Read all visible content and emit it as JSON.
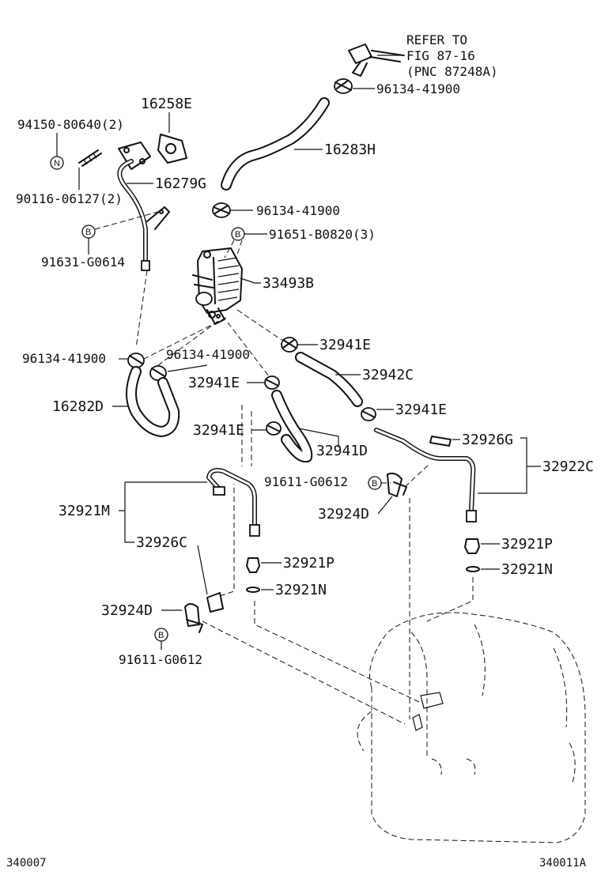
{
  "labels": {
    "refer_line1": "REFER TO",
    "refer_line2": "FIG 87-16",
    "refer_line3": "(PNC 87248A)",
    "p_96134_top": "96134-41900",
    "p_16283H": "16283H",
    "p_16258E": "16258E",
    "p_94150": "94150-80640(2)",
    "p_16279G": "16279G",
    "p_90116": "90116-06127(2)",
    "p_96134_mid": "96134-41900",
    "p_91651": "91651-B0820(3)",
    "p_91631": "91631-G0614",
    "p_33493B": "33493B",
    "p_32941E_a": "32941E",
    "p_96134_left": "96134-41900",
    "p_96134_center": "96134-41900",
    "p_32942C": "32942C",
    "p_32941E_b": "32941E",
    "p_16282D": "16282D",
    "p_32941E_c": "32941E",
    "p_32941E_d": "32941E",
    "p_32926G": "32926G",
    "p_32941D": "32941D",
    "p_32922C": "32922C",
    "p_91611_mid": "91611-G0612",
    "p_32921M": "32921M",
    "p_32924D_mid": "32924D",
    "p_32926C": "32926C",
    "p_32921P_right": "32921P",
    "p_32921P_center": "32921P",
    "p_32921N_right": "32921N",
    "p_32921N_center": "32921N",
    "p_32924D_left": "32924D",
    "p_91611_left": "91611-G0612",
    "footer_left": "340007",
    "footer_right": "340011A"
  },
  "symbols": {
    "n_mark": "N",
    "b_mark": "B"
  }
}
